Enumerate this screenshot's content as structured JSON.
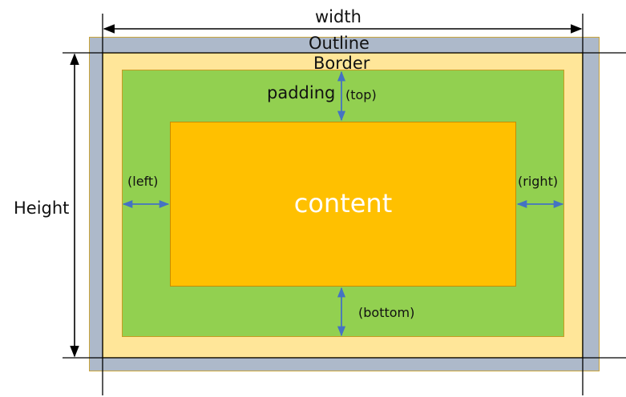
{
  "diagram": {
    "labels": {
      "width": "width",
      "height": "Height",
      "outline": "Outline",
      "border": "Border",
      "padding": "padding",
      "top": "(top)",
      "left": "(left)",
      "right": "(right)",
      "bottom": "(bottom)",
      "content": "content"
    },
    "colors": {
      "outline": "#adb9ca",
      "border": "#ffe699",
      "padding": "#92d050",
      "content": "#ffc000",
      "arrow": "#4472c4",
      "dimension_line": "#000000"
    }
  }
}
